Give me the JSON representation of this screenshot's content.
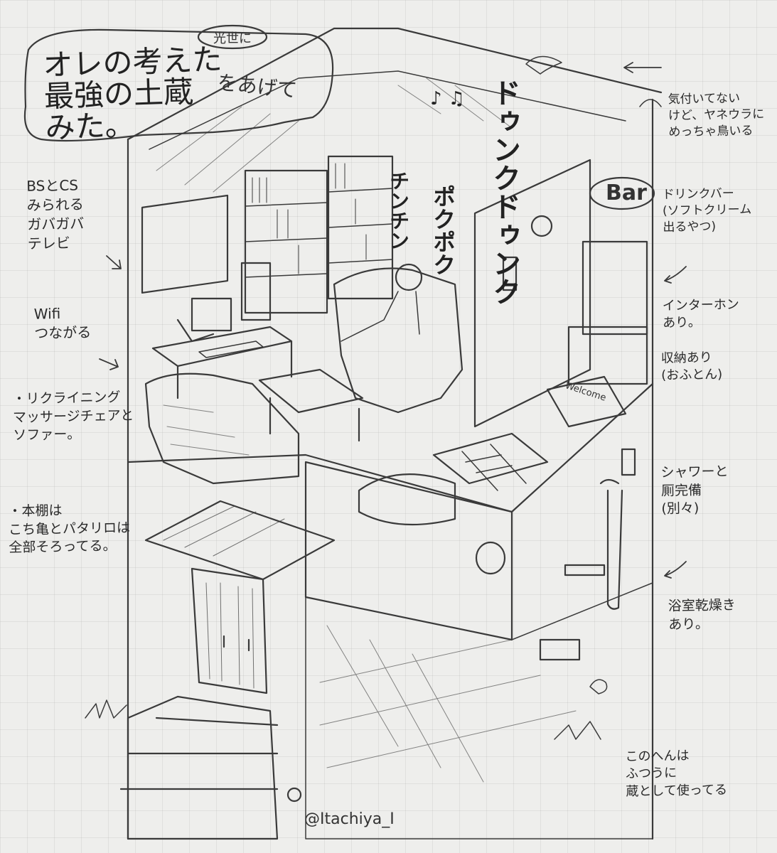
{
  "title": {
    "line1": "オレの考えた",
    "line2": "最強の土蔵",
    "line3": "みた。",
    "insert": "光世に",
    "suffix": "をあげて"
  },
  "sound_effects": {
    "drink": "ドゥンクドゥンク",
    "music_notes": "♪ ♫",
    "pokopoko": "ポクポク",
    "chinchin": "チンチン"
  },
  "signs": {
    "bar": "Bar",
    "welcome": "Welcome"
  },
  "notes": {
    "tv": "BSとCS\nみられる\nガバガバ\nテレビ",
    "wifi": "Wifi\nつながる",
    "chairs": "・リクライニング\nマッサージチェアと\nソファー。",
    "bookshelf": "・本棚は\nこち亀とパタリロは\n全部そろってる。",
    "birds": "気付いてない\nけど、ヤネウラに\nめっちゃ鳥いる",
    "drink_bar": "ドリンクバー\n(ソフトクリーム\n出るやつ)",
    "intercom": "インターホン\nあり。",
    "storage": "収納あり\n(おふとん)",
    "shower": "シャワーと\n厠完備\n(別々)",
    "bath_dryer": "浴室乾燥き\nあり。",
    "normal": "このへんは\nふつうに\n蔵として使ってる"
  },
  "signature": "@Itachiya_I",
  "colors": {
    "paper": "#eeeeec",
    "pencil": "#333333"
  }
}
